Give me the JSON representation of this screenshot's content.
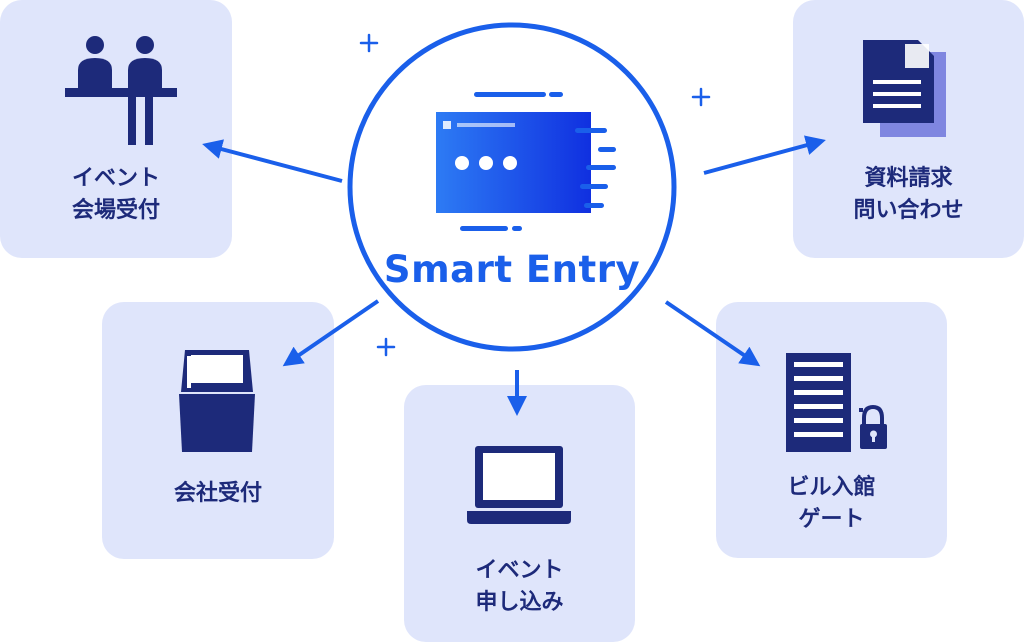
{
  "center": {
    "title": "Smart Entry",
    "icon": "entry-card-icon"
  },
  "nodes": [
    {
      "id": "event-reception",
      "label": "イベント\n会場受付",
      "icon": "reception-people-icon"
    },
    {
      "id": "document-request",
      "label": "資料請求\n問い合わせ",
      "icon": "document-icon"
    },
    {
      "id": "company-reception",
      "label": "会社受付",
      "icon": "reception-kiosk-icon"
    },
    {
      "id": "event-registration",
      "label": "イベント\n申し込み",
      "icon": "laptop-icon"
    },
    {
      "id": "building-gate",
      "label": "ビル入館\nゲート",
      "icon": "building-lock-icon"
    }
  ],
  "colors": {
    "accent": "#1a5fea",
    "card_bg": "#dfe5fb",
    "icon_navy": "#1d2a7a",
    "white": "#ffffff"
  }
}
